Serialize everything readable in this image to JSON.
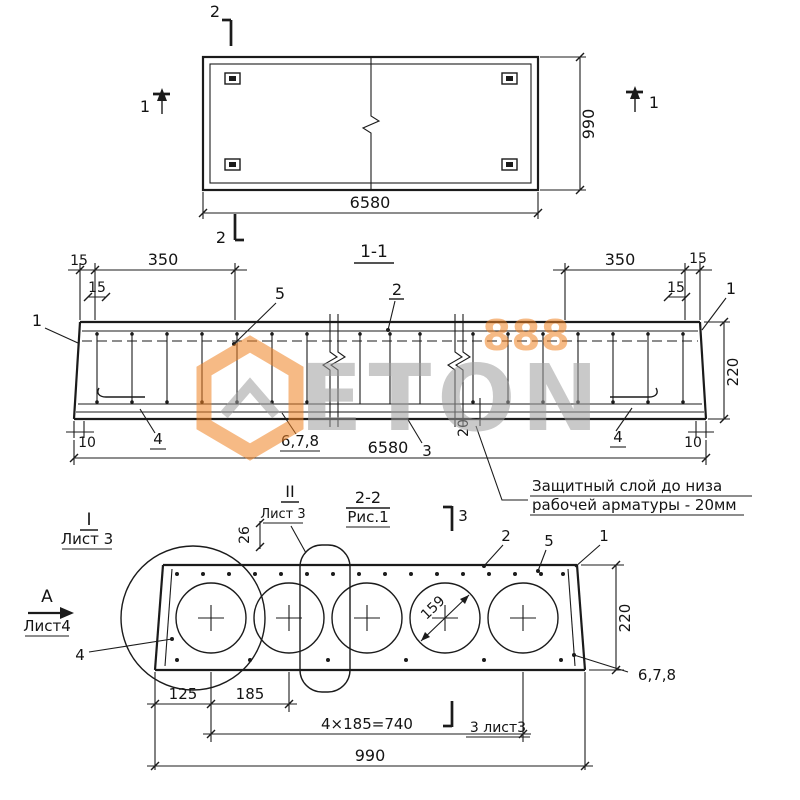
{
  "watermark": {
    "brand": "ETON",
    "numbers": "888",
    "orange": "#f08223",
    "gray": "#9e9e9e"
  },
  "plan": {
    "marker_2_top": "2",
    "marker_2_bottom": "2",
    "marker_1_left": "1",
    "marker_1_right": "1",
    "dim_length": "6580",
    "dim_width": "990"
  },
  "sec11": {
    "title": "1-1",
    "dim_15_tl": "15",
    "dim_350_l": "350",
    "dim_15_l2": "15",
    "dim_350_r": "350",
    "dim_15_tr": "15",
    "dim_15_r2": "15",
    "callout_1_left": "1",
    "callout_5": "5",
    "callout_2": "2",
    "callout_1_right": "1",
    "dim_10_l": "10",
    "callout_4_l": "4",
    "callout_678": "6,7,8",
    "callout_3": "3",
    "dim_20": "20",
    "callout_4_r": "4",
    "dim_10_r": "10",
    "dim_length": "6580",
    "dim_height": "220",
    "note_line1": "Защитный слой до низа",
    "note_line2": "рабочей арматуры - 20мм"
  },
  "sec22": {
    "title": "2-2",
    "subtitle": "Рис.1",
    "detail2": "II",
    "detail2_sheet": "Лист 3",
    "dim_26": "26",
    "detail1": "I",
    "detail1_sheet": "Лист 3",
    "viewA": "А",
    "viewA_sheet": "Лист4",
    "callout_4": "4",
    "callout_2": "2",
    "callout_5": "5",
    "callout_1": "1",
    "dim_core": "159",
    "dim_height": "220",
    "callout_678": "6,7,8",
    "marker3_top": "3",
    "marker3_bottom": "3 лист3",
    "dim_125": "125",
    "dim_185": "185",
    "dim_740": "4×185=740",
    "dim_990": "990"
  }
}
